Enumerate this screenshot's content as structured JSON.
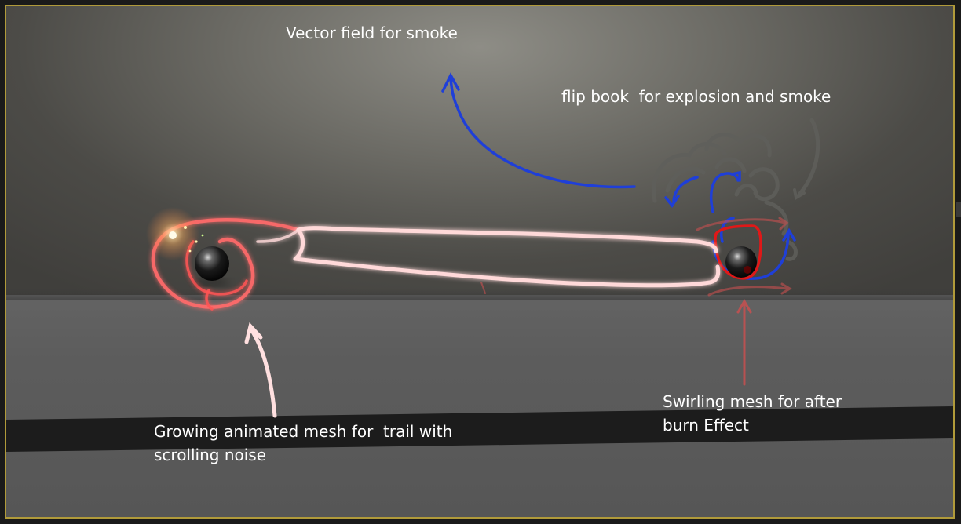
{
  "annotations": {
    "vector_field": "Vector field for smoke",
    "flip_book": "flip book  for explosion and smoke",
    "swirling_mesh": "Swirling mesh for after\nburn Effect",
    "growing_mesh": "Growing animated mesh for  trail with\nscrolling noise"
  },
  "colors": {
    "viewport_border": "#b09a3a",
    "trail_stroke": "#ffd9d9",
    "glow_red": "#ff5a5a",
    "swirl_red": "#e01818",
    "smoke_blue": "#1f3fd8",
    "smoke_gray": "#6a6a66",
    "pointer_pink": "#ffe0e0",
    "pointer_red": "#c85050"
  },
  "objects": {
    "left_sphere": "dark-sphere",
    "right_sphere": "dark-sphere"
  }
}
